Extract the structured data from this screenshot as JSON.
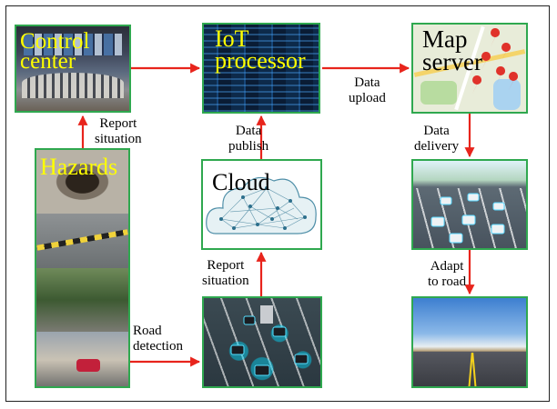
{
  "panels": {
    "control_center": {
      "title_line1": "Control",
      "title_line2": "center"
    },
    "iot_processor": {
      "title_line1": "IoT",
      "title_line2": "processor"
    },
    "map_server": {
      "title_line1": "Map",
      "title_line2": "server"
    },
    "cloud": {
      "title": "Cloud"
    },
    "hazards": {
      "title": "Hazards"
    }
  },
  "edges": {
    "report_situation_top": {
      "line1": "Report",
      "line2": "situation"
    },
    "data_publish": {
      "line1": "Data",
      "line2": "publish"
    },
    "data_upload": {
      "line1": "Data",
      "line2": "upload"
    },
    "data_delivery": {
      "line1": "Data",
      "line2": "delivery"
    },
    "adapt_to_road": {
      "line1": "Adapt",
      "line2": "to road"
    },
    "report_situation_bottom": {
      "line1": "Report",
      "line2": "situation"
    },
    "road_detection": {
      "line1": "Road",
      "line2": "detection"
    }
  },
  "colors": {
    "arrow": "#e8241c",
    "border": "#2fa84f",
    "title_highlight": "#ffff00"
  }
}
